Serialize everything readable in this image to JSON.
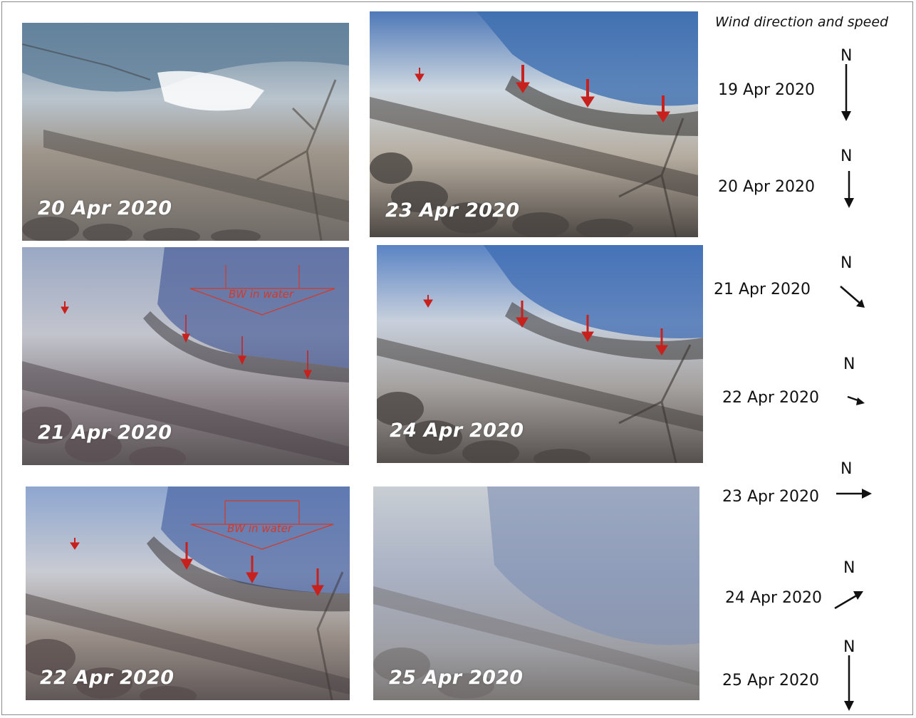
{
  "photos": [
    {
      "id": "p1",
      "date": "20 Apr 2020",
      "annotation": ""
    },
    {
      "id": "p2",
      "date": "23 Apr 2020",
      "annotation": ""
    },
    {
      "id": "p3",
      "date": "21 Apr 2020",
      "annotation": "BW in water"
    },
    {
      "id": "p4",
      "date": "24 Apr 2020",
      "annotation": ""
    },
    {
      "id": "p5",
      "date": "22 Apr 2020",
      "annotation": "BW in water"
    },
    {
      "id": "p6",
      "date": "25 Apr 2020",
      "annotation": ""
    }
  ],
  "wind": {
    "title": "Wind direction and speed",
    "north_label": "N",
    "entries": [
      {
        "date": "19 Apr 2020",
        "direction": "S",
        "speed": "strong"
      },
      {
        "date": "20 Apr 2020",
        "direction": "S",
        "speed": "moderate"
      },
      {
        "date": "21 Apr 2020",
        "direction": "SE",
        "speed": "moderate"
      },
      {
        "date": "22 Apr 2020",
        "direction": "E",
        "speed": "weak"
      },
      {
        "date": "23 Apr 2020",
        "direction": "E",
        "speed": "moderate"
      },
      {
        "date": "24 Apr 2020",
        "direction": "NE",
        "speed": "moderate"
      },
      {
        "date": "25 Apr 2020",
        "direction": "S",
        "speed": "strong"
      }
    ]
  },
  "colors": {
    "arrow_red": "#c8201c",
    "label_white": "#ffffff",
    "text_black": "#111111"
  }
}
